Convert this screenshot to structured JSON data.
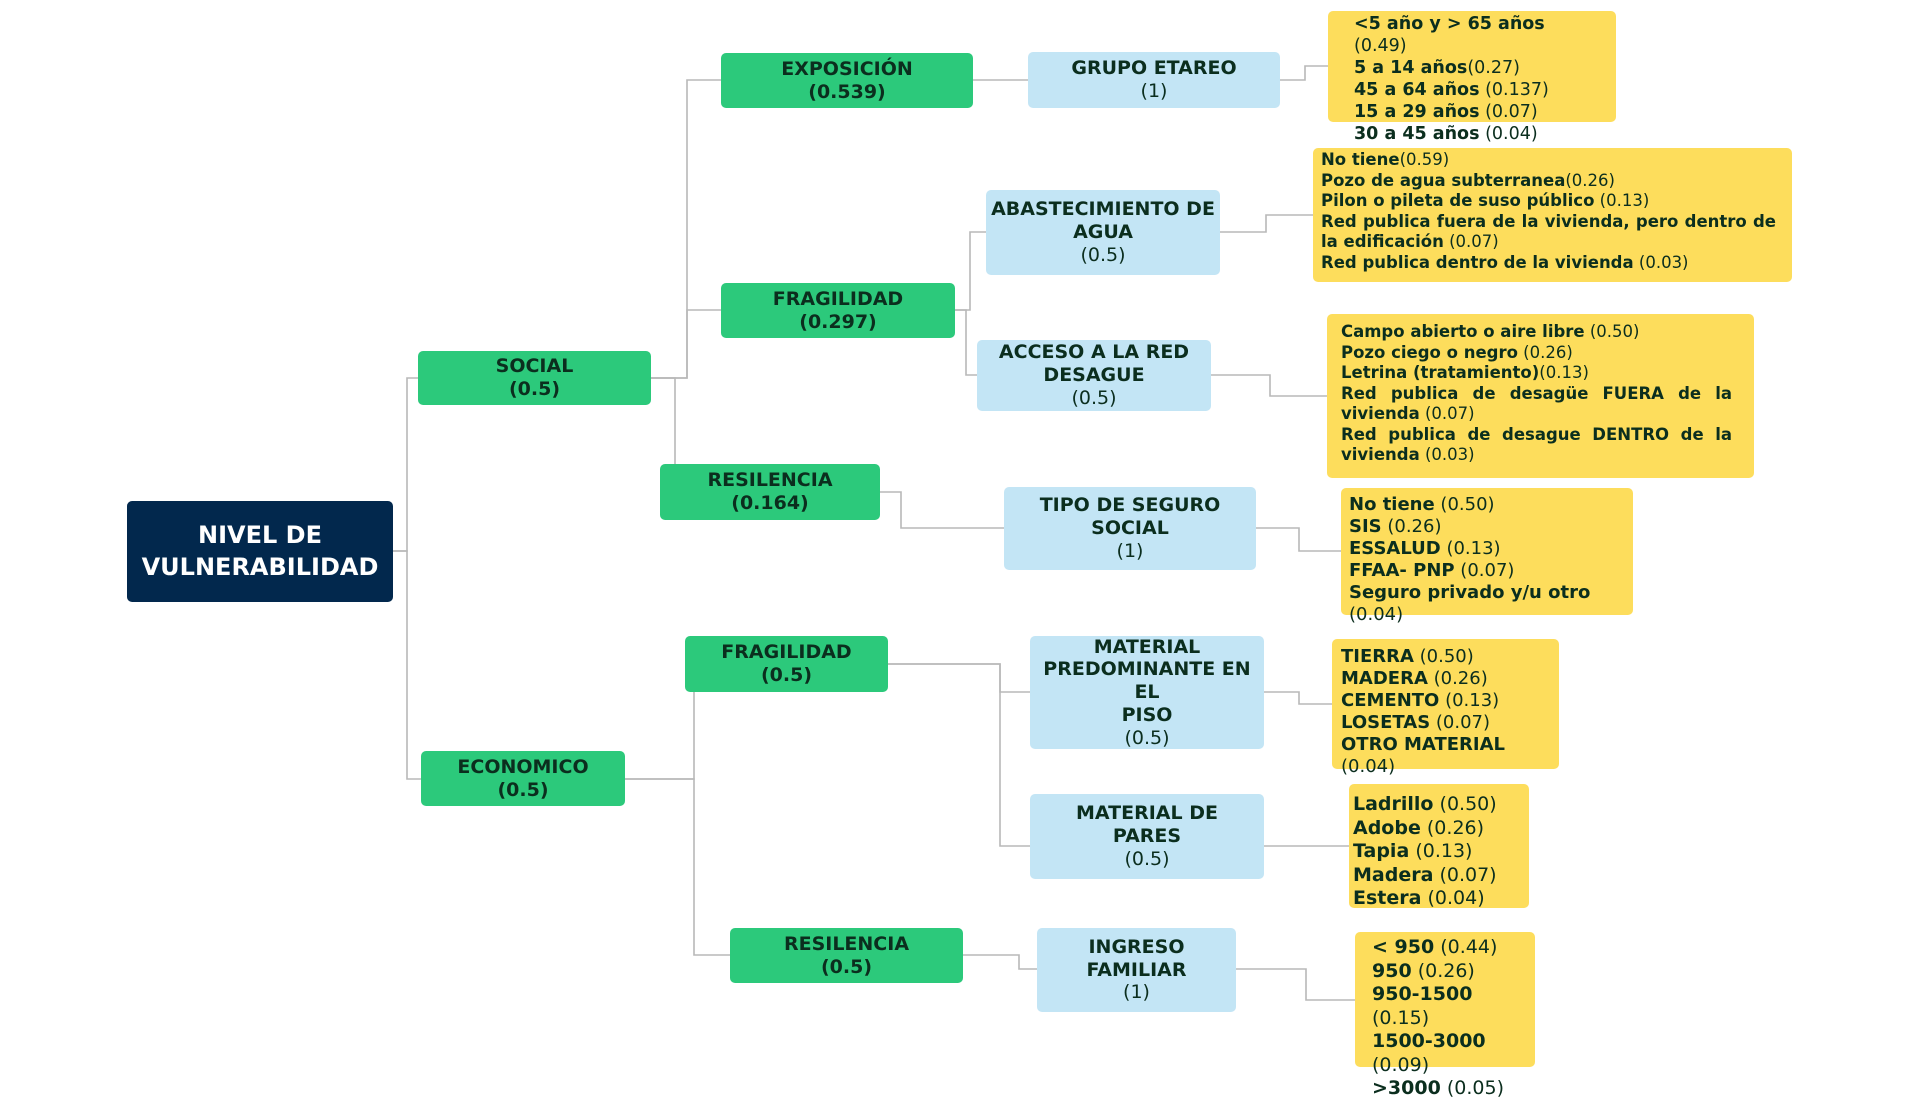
{
  "root": {
    "line1": "NIVEL DE",
    "line2": "VULNERABILIDAD"
  },
  "social": {
    "label": "SOCIAL",
    "weight": "(0.5)"
  },
  "economico": {
    "label": "ECONOMICO",
    "weight": "(0.5)"
  },
  "exposicion": {
    "label": "EXPOSICIÓN",
    "weight": "(0.539)"
  },
  "fragilidad_social": {
    "label": "FRAGILIDAD",
    "weight": "(0.297)"
  },
  "resilencia_social": {
    "label": "RESILENCIA",
    "weight": "(0.164)"
  },
  "fragilidad_eco": {
    "label": "FRAGILIDAD",
    "weight": "(0.5)"
  },
  "resilencia_eco": {
    "label": "RESILENCIA",
    "weight": "(0.5)"
  },
  "grupo_etareo": {
    "label": "GRUPO ETAREO",
    "weight": "(1)"
  },
  "abastecimiento": {
    "line1": "ABASTECIMIENTO DE",
    "line2": "AGUA",
    "weight": "(0.5)"
  },
  "acceso_red": {
    "line1": "ACCESO A LA RED",
    "line2": "DESAGUE",
    "weight": "(0.5)"
  },
  "tipo_seguro": {
    "line1": "TIPO DE SEGURO",
    "line2": "SOCIAL",
    "weight": "(1)"
  },
  "material_piso": {
    "line1": "MATERIAL",
    "line2": "PREDOMINANTE EN EL",
    "line3": "PISO",
    "weight": "(0.5)"
  },
  "material_pares": {
    "line1": "MATERIAL DE",
    "line2": "PARES",
    "weight": "(0.5)"
  },
  "ingreso": {
    "line1": "INGRESO",
    "line2": "FAMILIAR",
    "weight": "(1)"
  },
  "descriptors": {
    "grupo_etareo": [
      {
        "label": "<5 año y > 65 años",
        "value": " (0.49)"
      },
      {
        "label": "5 a 14 años",
        "value": "(0.27)"
      },
      {
        "label": "45 a 64 años",
        "value": " (0.137)"
      },
      {
        "label": "15 a 29 años",
        "value": " (0.07)"
      },
      {
        "label": "30 a 45 años",
        "value": " (0.04)"
      }
    ],
    "abastecimiento": [
      {
        "label": "No tiene",
        "value": "(0.59)"
      },
      {
        "label": "Pozo de agua subterranea",
        "value": "(0.26)"
      },
      {
        "label": "Pilon o pileta de suso público",
        "value": " (0.13)"
      },
      {
        "label": "Red publica fuera de la vivienda, pero dentro de la edificación",
        "value": " (0.07)"
      },
      {
        "label": "Red publica dentro de la vivienda",
        "value": " (0.03)"
      }
    ],
    "acceso_red": [
      {
        "label": "Campo abierto o aire libre",
        "value": " (0.50)"
      },
      {
        "label": "Pozo ciego o negro",
        "value": " (0.26)"
      },
      {
        "label": "Letrina (tratamiento)",
        "value": "(0.13)"
      },
      {
        "label": "Red publica de desagüe FUERA de la vivienda",
        "value": " (0.07)"
      },
      {
        "label": "Red publica de desague DENTRO de la vivienda",
        "value": "  (0.03)"
      }
    ],
    "tipo_seguro": [
      {
        "label": "No tiene",
        "value": " (0.50)"
      },
      {
        "label": "SIS",
        "value": " (0.26)"
      },
      {
        "label": "ESSALUD",
        "value": " (0.13)"
      },
      {
        "label": "FFAA- PNP",
        "value": "  (0.07)"
      },
      {
        "label": "Seguro privado y/u otro",
        "value": "  (0.04)"
      }
    ],
    "material_piso": [
      {
        "label": "TIERRA",
        "value": " (0.50)"
      },
      {
        "label": "MADERA",
        "value": " (0.26)"
      },
      {
        "label": "CEMENTO",
        "value": " (0.13)"
      },
      {
        "label": "LOSETAS",
        "value": " (0.07)"
      },
      {
        "label": "OTRO MATERIAL",
        "value": " (0.04)"
      }
    ],
    "material_pares": [
      {
        "label": "Ladrillo",
        "value": " (0.50)"
      },
      {
        "label": "Adobe",
        "value": " (0.26)"
      },
      {
        "label": "Tapia",
        "value": " (0.13)"
      },
      {
        "label": "Madera",
        "value": " (0.07)"
      },
      {
        "label": "Estera",
        "value": " (0.04)"
      }
    ],
    "ingreso": [
      {
        "label": "< 950",
        "value": " (0.44)"
      },
      {
        "label": "950",
        "value": " (0.26)"
      },
      {
        "label": "950-1500",
        "value": " (0.15)"
      },
      {
        "label": "1500-3000",
        "value": " (0.09)"
      },
      {
        "label": ">3000",
        "value": " (0.05)"
      }
    ]
  },
  "colors": {
    "root": "#02284d",
    "component": "#2cc97b",
    "parameter": "#c3e5f5",
    "descriptor": "#fddd5c",
    "connector": "#b8b8b8"
  }
}
